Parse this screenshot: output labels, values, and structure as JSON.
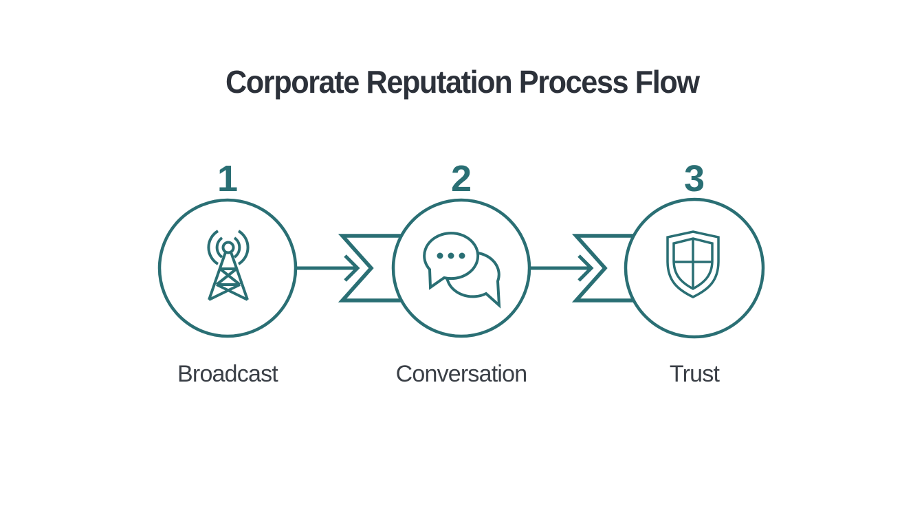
{
  "title": "Corporate Reputation Process Flow",
  "colors": {
    "accent_teal": "#2A6F74",
    "title_text": "#2C313A",
    "label_text": "#3A3F46",
    "background": "#FFFFFF"
  },
  "steps": [
    {
      "number": "1",
      "label": "Broadcast",
      "icon": "broadcast-tower-icon"
    },
    {
      "number": "2",
      "label": "Conversation",
      "icon": "speech-bubbles-icon"
    },
    {
      "number": "3",
      "label": "Trust",
      "icon": "shield-icon"
    }
  ],
  "connectors": [
    {
      "icon": "arrow-right-icon",
      "shape": "chevron-banner"
    },
    {
      "icon": "arrow-right-icon",
      "shape": "chevron-banner"
    }
  ]
}
